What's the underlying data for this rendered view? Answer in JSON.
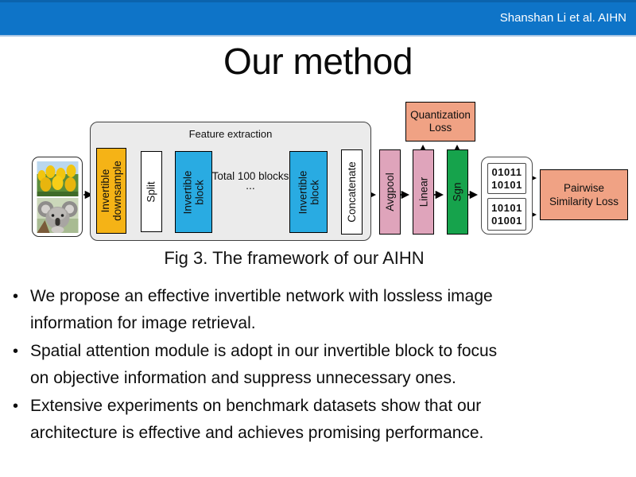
{
  "header": {
    "credit": "Shanshan Li et al. AIHN"
  },
  "title": "Our method",
  "diagram": {
    "feature_extraction_label": "Feature extraction",
    "blocks": {
      "downsample": {
        "l1": "Invertible",
        "l2": "downsample",
        "color": "#F5B316"
      },
      "split": {
        "label": "Split"
      },
      "inv_block1": {
        "l1": "Invertible",
        "l2": "block",
        "color": "#29ABE2"
      },
      "total": {
        "l1": "Total 100 blocks",
        "l2": "..."
      },
      "inv_block2": {
        "l1": "Invertible",
        "l2": "block",
        "color": "#29ABE2"
      },
      "concatenate": {
        "label": "Concatenate"
      },
      "avgpool": {
        "label": "Avgpool",
        "color": "#DFA4BB"
      },
      "linear": {
        "label": "Linear",
        "color": "#DFA4BB"
      },
      "sgn": {
        "label": "Sgn",
        "color": "#16A34C"
      }
    },
    "quantization_loss": {
      "l1": "Quantization",
      "l2": "Loss",
      "color": "#F0A284"
    },
    "hash_codes": {
      "pair1": [
        "01011",
        "10101"
      ],
      "pair2": [
        "10101",
        "01001"
      ]
    },
    "pairwise_loss": {
      "l1": "Pairwise",
      "l2": "Similarity Loss",
      "color": "#F0A284"
    },
    "input_images": [
      "tulips-photo",
      "koala-photo"
    ]
  },
  "caption": "Fig 3. The framework of our AIHN",
  "bullets": [
    {
      "l1": "We propose an effective invertible network with lossless image",
      "l2": "information for image retrieval."
    },
    {
      "l1": "Spatial attention module is adopt in our invertible block to focus",
      "l2": "on objective information and suppress unnecessary ones."
    },
    {
      "l1": "Extensive experiments on benchmark datasets show that our",
      "l2": "architecture is effective and achieves promising performance."
    }
  ],
  "colors": {
    "header_bar": "#0E74C8",
    "panel_gray": "#EBEBEB",
    "loss_salmon": "#F0A284",
    "invertible_blue": "#29ABE2",
    "downsample_orange": "#F5B316",
    "pool_pink": "#DFA4BB",
    "sgn_green": "#16A34C"
  }
}
